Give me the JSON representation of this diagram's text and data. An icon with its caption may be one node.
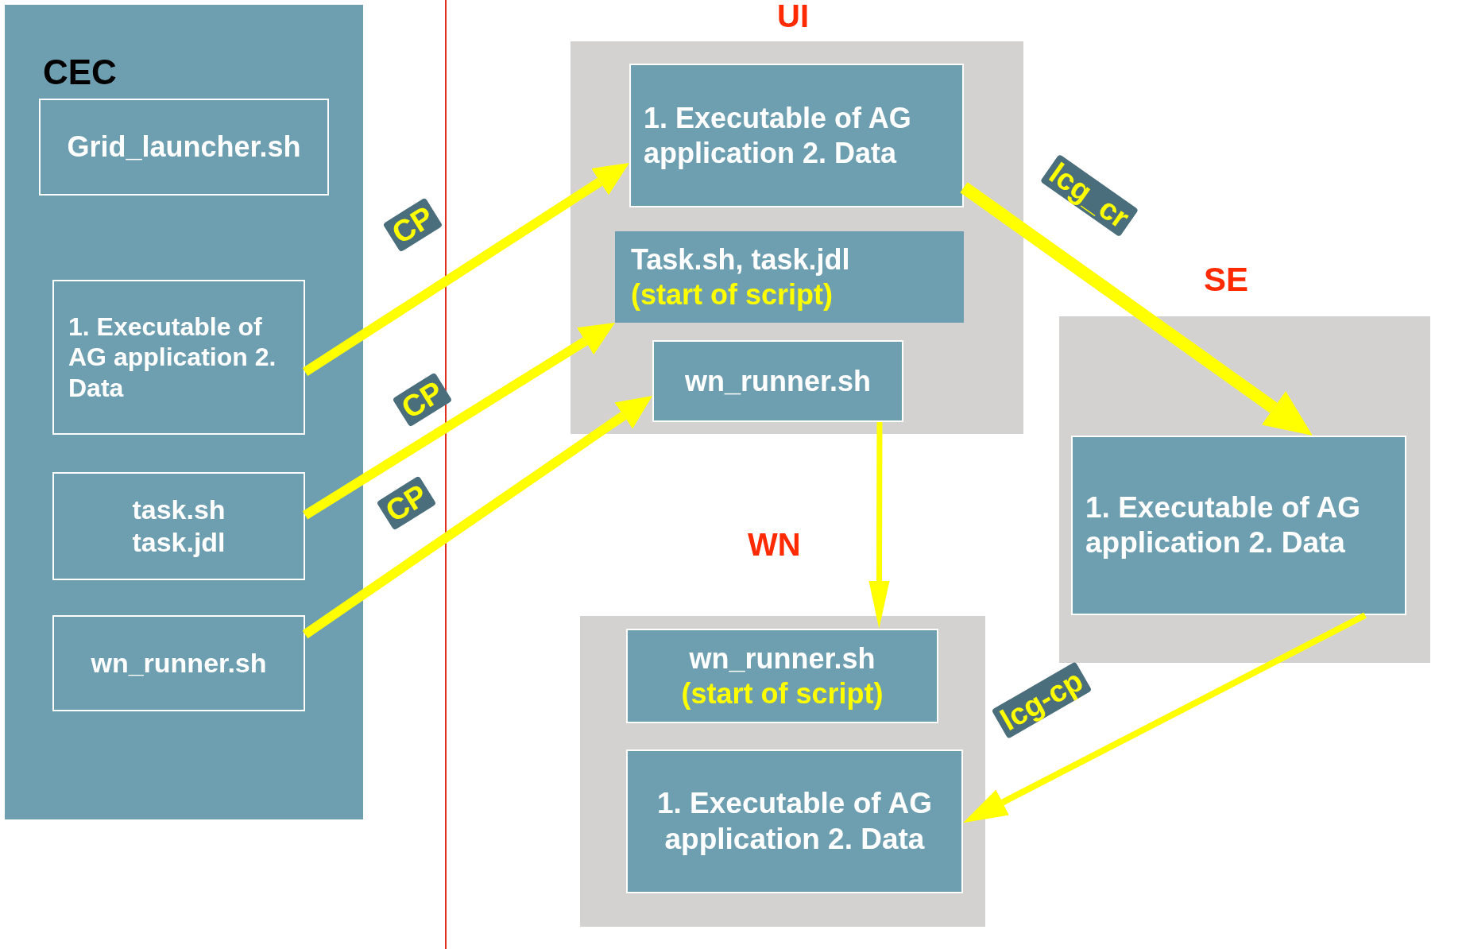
{
  "diagram": {
    "nodes": [
      {
        "text": [
          "CEC"
        ]
      },
      {
        "text": [
          "Grid_launcher.sh"
        ],
        "in": 0
      },
      {
        "text": [
          "1. Executable of AG application 2. Data"
        ],
        "in": 0
      },
      {
        "text": [
          "task.sh task.jdl"
        ],
        "in": 0
      },
      {
        "text": [
          "wn_runner.sh"
        ],
        "in": 0
      },
      {
        "text": [
          "UI"
        ]
      },
      {
        "text": [
          "1. Executable of AG application 2. Data"
        ],
        "in": 5
      },
      {
        "text": [
          "Task.sh, task.jdl",
          "(start of script)"
        ],
        "in": 5
      },
      {
        "text": [
          "wn_runner.sh"
        ],
        "in": 5
      },
      {
        "text": [
          "SE"
        ]
      },
      {
        "text": [
          "1. Executable of AG application 2. Data"
        ],
        "in": 9
      },
      {
        "text": [
          "WN"
        ]
      },
      {
        "text": [
          "wn_runner.sh",
          "(start of script)"
        ],
        "in": 11
      },
      {
        "text": [
          "1. Executable of AG application 2. Data"
        ],
        "in": 11
      }
    ],
    "edges": [
      {
        "from": 2,
        "to": 6,
        "arrow": "to",
        "label": "CP"
      },
      {
        "from": 3,
        "to": 7,
        "arrow": "to",
        "label": "CP"
      },
      {
        "from": 4,
        "to": 8,
        "arrow": "to",
        "label": "CP"
      },
      {
        "from": 6,
        "to": 10,
        "arrow": "to",
        "label": "lcg_cr"
      },
      {
        "from": 8,
        "to": 12,
        "arrow": "to"
      },
      {
        "from": 10,
        "to": 13,
        "arrow": "to",
        "label": "lcg-cp"
      }
    ]
  }
}
